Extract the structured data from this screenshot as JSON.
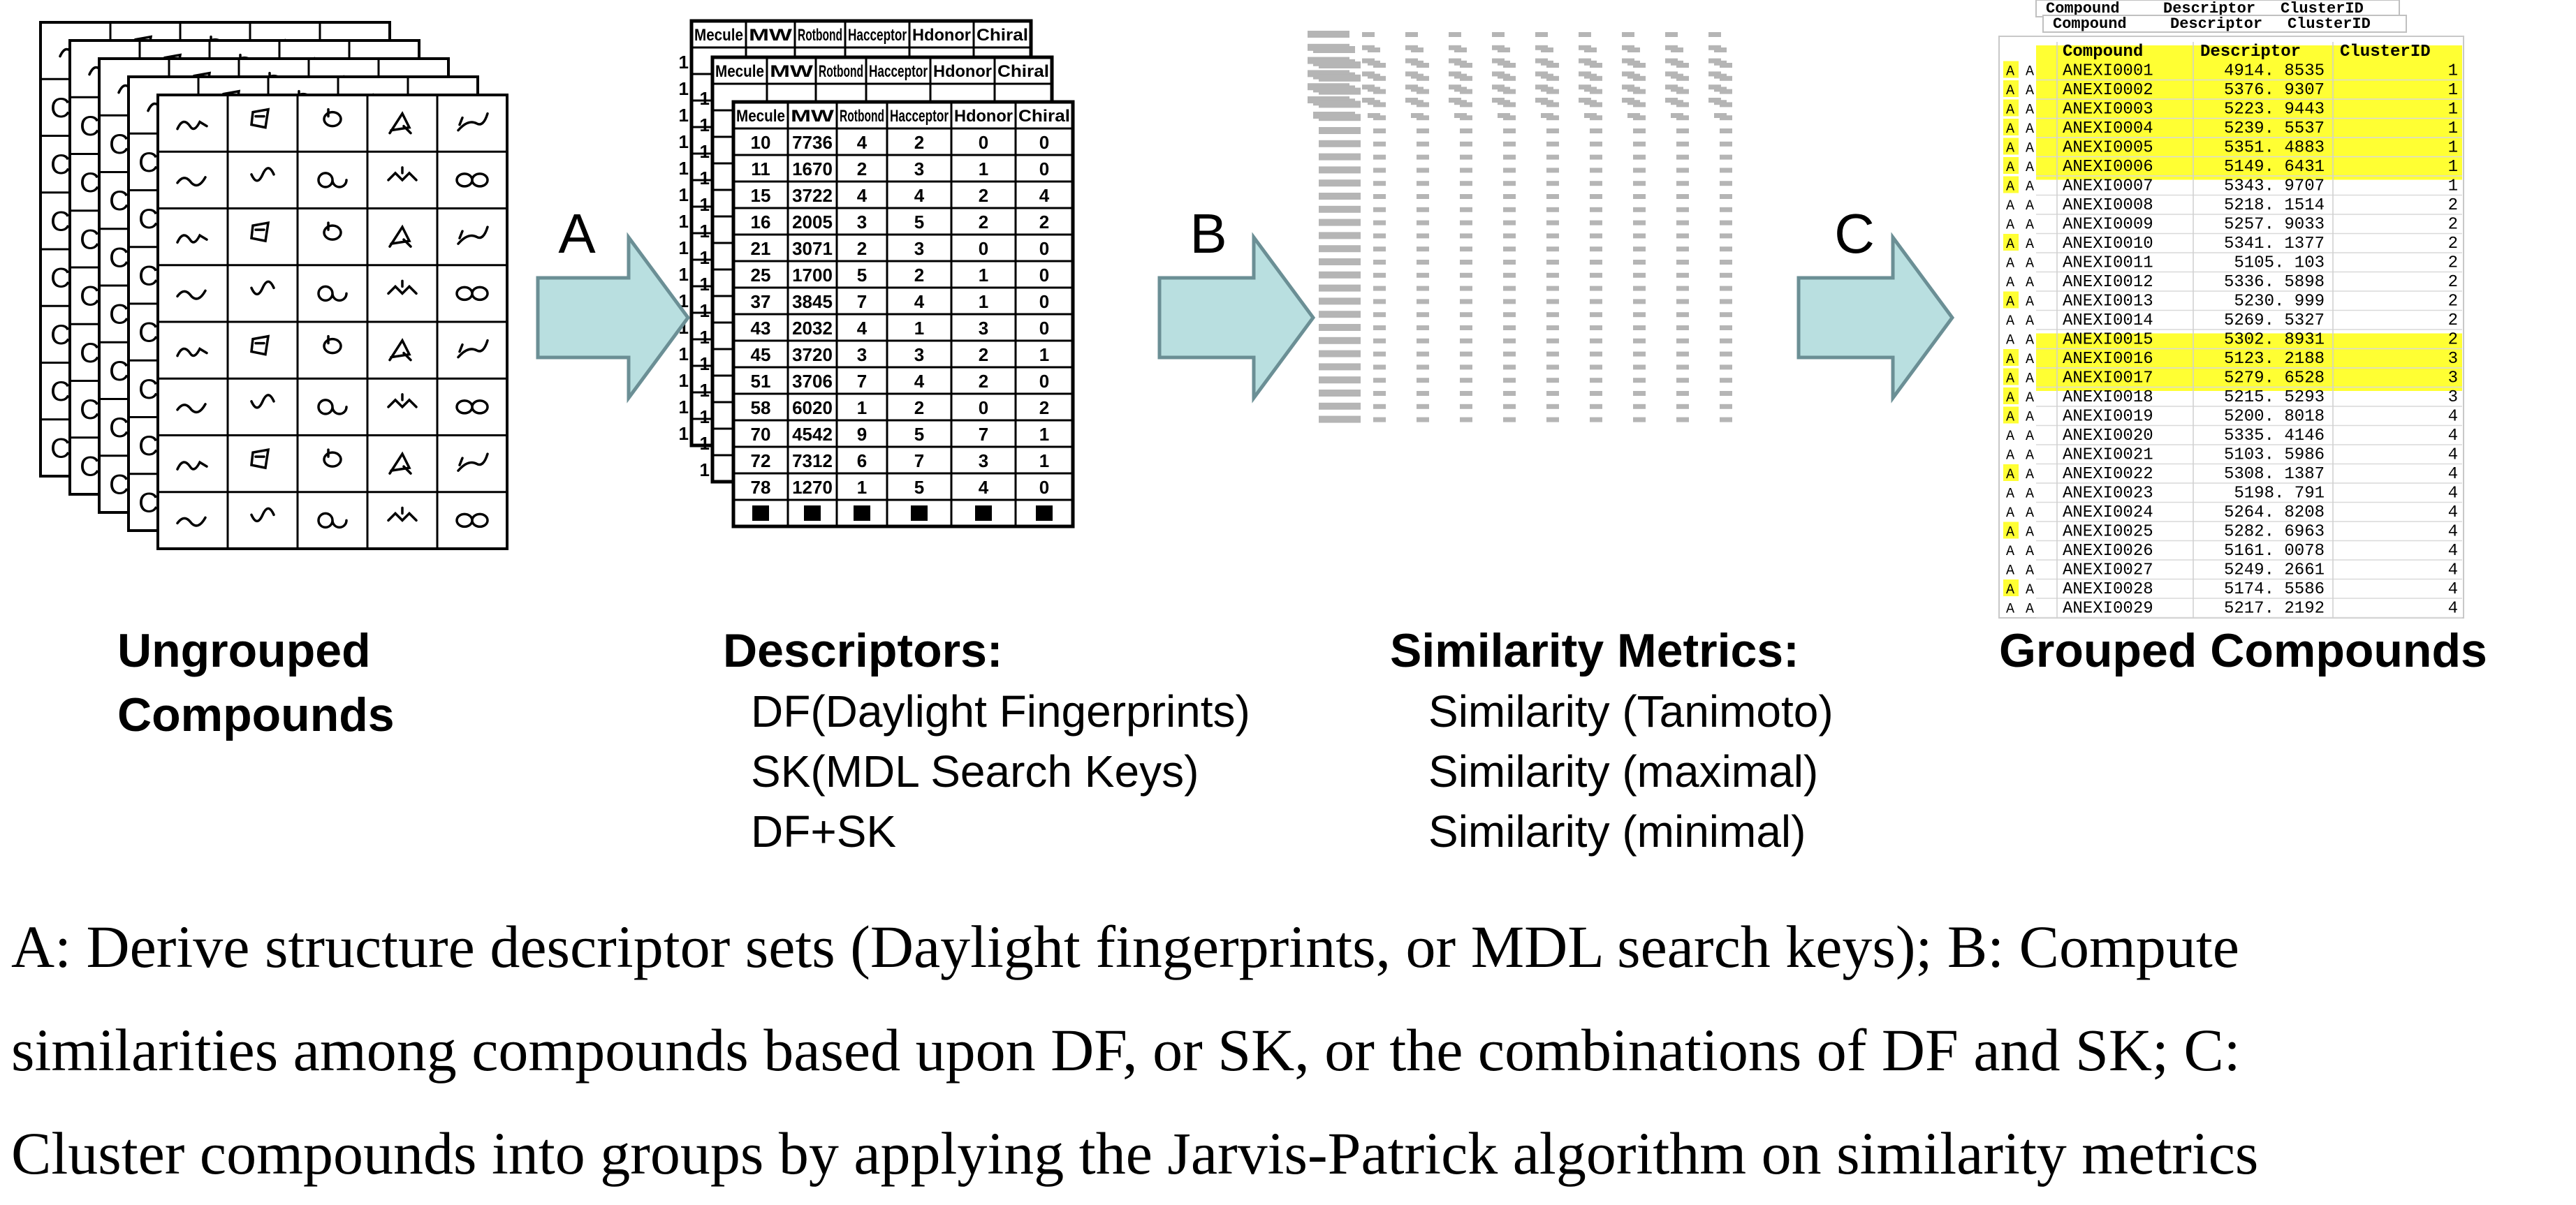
{
  "steps": [
    {
      "letter": "A"
    },
    {
      "letter": "B"
    },
    {
      "letter": "C"
    }
  ],
  "stages": {
    "ungrouped": {
      "title_line1": "Ungrouped",
      "title_line2": "Compounds"
    },
    "descriptors": {
      "title": "Descriptors:",
      "items": [
        "DF(Daylight Fingerprints)",
        "SK(MDL Search Keys)",
        "DF+SK"
      ]
    },
    "similarity": {
      "title": "Similarity Metrics:",
      "items": [
        "Similarity (Tanimoto)",
        "Similarity (maximal)",
        "Similarity (minimal)"
      ]
    },
    "grouped": {
      "title": "Grouped Compounds"
    }
  },
  "grouped_table": {
    "headers": [
      "Compound",
      "Descriptor",
      "ClusterID"
    ],
    "rows": [
      [
        "ANEXI0001",
        "4914. 8535",
        "1"
      ],
      [
        "ANEXI0002",
        "5376. 9307",
        "1"
      ],
      [
        "ANEXI0003",
        "5223. 9443",
        "1"
      ],
      [
        "ANEXI0004",
        "5239. 5537",
        "1"
      ],
      [
        "ANEXI0005",
        "5351. 4883",
        "1"
      ],
      [
        "ANEXI0006",
        "5149. 6431",
        "1"
      ],
      [
        "ANEXI0007",
        "5343. 9707",
        "1"
      ],
      [
        "ANEXI0008",
        "5218. 1514",
        "2"
      ],
      [
        "ANEXI0009",
        "5257. 9033",
        "2"
      ],
      [
        "ANEXI0010",
        "5341. 1377",
        "2"
      ],
      [
        "ANEXI0011",
        "5105. 103",
        "2"
      ],
      [
        "ANEXI0012",
        "5336. 5898",
        "2"
      ],
      [
        "ANEXI0013",
        "5230. 999",
        "2"
      ],
      [
        "ANEXI0014",
        "5269. 5327",
        "2"
      ],
      [
        "ANEXI0015",
        "5302. 8931",
        "2"
      ],
      [
        "ANEXI0016",
        "5123. 2188",
        "3"
      ],
      [
        "ANEXI0017",
        "5279. 6528",
        "3"
      ],
      [
        "ANEXI0018",
        "5215. 5293",
        "3"
      ],
      [
        "ANEXI0019",
        "5200. 8018",
        "4"
      ],
      [
        "ANEXI0020",
        "5335. 4146",
        "4"
      ],
      [
        "ANEXI0021",
        "5103. 5986",
        "4"
      ],
      [
        "ANEXI0022",
        "5308. 1387",
        "4"
      ],
      [
        "ANEXI0023",
        "5198. 791",
        "4"
      ],
      [
        "ANEXI0024",
        "5264. 8208",
        "4"
      ],
      [
        "ANEXI0025",
        "5282. 6963",
        "4"
      ],
      [
        "ANEXI0026",
        "5161. 0078",
        "4"
      ],
      [
        "ANEXI0027",
        "5249. 2661",
        "4"
      ],
      [
        "ANEXI0028",
        "5174. 5586",
        "4"
      ],
      [
        "ANEXI0029",
        "5217. 2192",
        "4"
      ]
    ],
    "highlighted_clusters": [
      "1",
      "3"
    ],
    "row_marker": "A"
  },
  "descriptor_table": {
    "headers": [
      "Mecule",
      "MW",
      "Rotbond",
      "Hacceptor",
      "Hdonor",
      "Chiral"
    ],
    "rows": [
      [
        "10",
        "7736",
        "4",
        "2",
        "0",
        "0"
      ],
      [
        "11",
        "1670",
        "2",
        "3",
        "1",
        "0"
      ],
      [
        "15",
        "3722",
        "4",
        "4",
        "2",
        "4"
      ],
      [
        "16",
        "2005",
        "3",
        "5",
        "2",
        "2"
      ],
      [
        "21",
        "3071",
        "2",
        "3",
        "0",
        "0"
      ],
      [
        "25",
        "1700",
        "5",
        "2",
        "1",
        "0"
      ],
      [
        "37",
        "3845",
        "7",
        "4",
        "1",
        "0"
      ],
      [
        "43",
        "2032",
        "4",
        "1",
        "3",
        "0"
      ],
      [
        "45",
        "3720",
        "3",
        "3",
        "2",
        "1"
      ],
      [
        "51",
        "3706",
        "7",
        "4",
        "2",
        "0"
      ],
      [
        "58",
        "6020",
        "1",
        "2",
        "0",
        "2"
      ],
      [
        "70",
        "4542",
        "9",
        "5",
        "7",
        "1"
      ],
      [
        "72",
        "7312",
        "6",
        "7",
        "3",
        "1"
      ],
      [
        "78",
        "1270",
        "1",
        "5",
        "4",
        "0"
      ]
    ]
  },
  "caption": {
    "line1": "A: Derive structure descriptor sets (Daylight fingerprints, or MDL search keys); B: Compute",
    "line2": "similarities among compounds based upon DF, or SK, or the combinations of DF and SK; C:",
    "line3": "Cluster compounds into groups by applying the Jarvis-Patrick algorithm on similarity metrics"
  },
  "colors": {
    "arrow_fill": "#b9dfe0",
    "arrow_stroke": "#6b8f95",
    "highlight": "#ffff33",
    "faded_table": "#b5b5b5",
    "ink": "#000000"
  }
}
